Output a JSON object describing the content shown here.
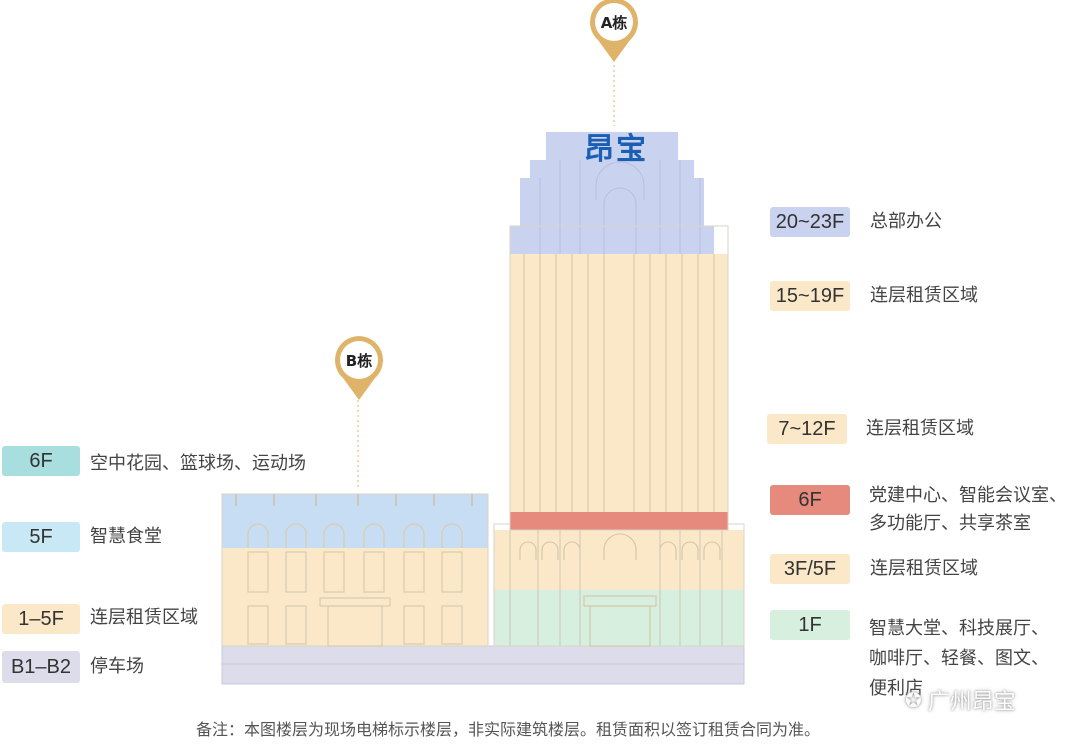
{
  "building_a": {
    "pin_label": "A栋",
    "brand": "昂宝",
    "floors": [
      {
        "badge": "20~23F",
        "desc": [
          "总部办公"
        ],
        "color": "#c9d2ee"
      },
      {
        "badge": "15~19F",
        "desc": [
          "连层租赁区域"
        ],
        "color": "#fbe8c8"
      },
      {
        "badge": "7~12F",
        "desc": [
          "连层租赁区域"
        ],
        "color": "#fbe8c8"
      },
      {
        "badge": "6F",
        "desc": [
          "党建中心、智能会议室、",
          "多功能厅、共享茶室"
        ],
        "color": "#e58a7c"
      },
      {
        "badge": "3F/5F",
        "desc": [
          "连层租赁区域"
        ],
        "color": "#fbe8c8"
      },
      {
        "badge": "1F",
        "desc": [
          "智慧大堂、科技展厅、",
          "咖啡厅、轻餐、图文、",
          "便利店"
        ],
        "color": "#d6efdf"
      }
    ]
  },
  "building_b": {
    "pin_label": "B栋",
    "floors": [
      {
        "badge": "6F",
        "desc": [
          "空中花园、篮球场、运动场"
        ],
        "color": "#a9dede"
      },
      {
        "badge": "5F",
        "desc": [
          "智慧食堂"
        ],
        "color": "#c7e8f4"
      },
      {
        "badge": "1–5F",
        "desc": [
          "连层租赁区域"
        ],
        "color": "#fbe8c8"
      },
      {
        "badge": "B1–B2",
        "desc": [
          "停车场"
        ],
        "color": "#dcdcea"
      }
    ]
  },
  "note": "备注：本图楼层为现场电梯标示楼层，非实际建筑楼层。租赁面积以签订租赁合同为准。",
  "watermark": "广州昂宝",
  "colors": {
    "pin": "#e0b36a",
    "brand": "#1a5fb4"
  }
}
